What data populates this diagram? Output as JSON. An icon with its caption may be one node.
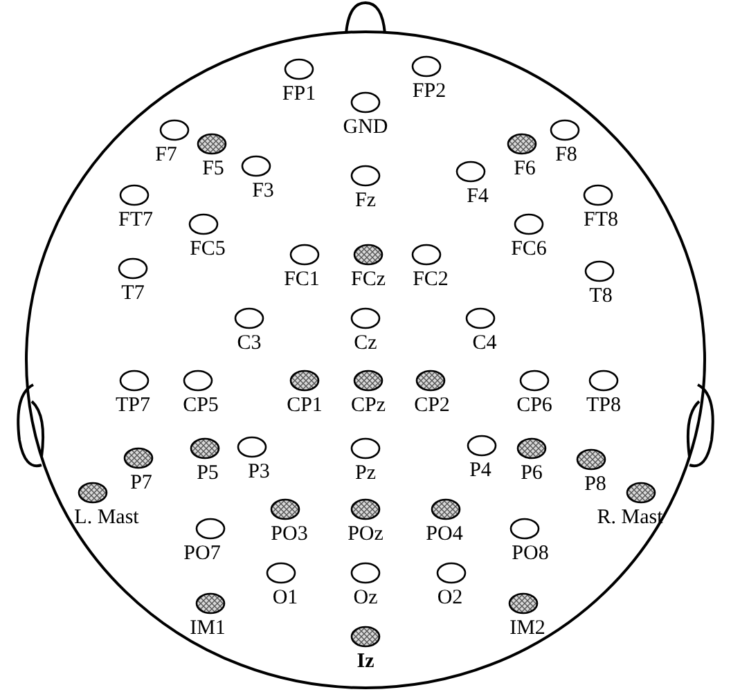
{
  "diagram": {
    "nodes": [
      {
        "text": [
          "FP1"
        ]
      },
      {
        "text": [
          "FP2"
        ]
      },
      {
        "text": [
          "GND"
        ]
      },
      {
        "text": [
          "F7"
        ]
      },
      {
        "text": [
          "F5"
        ]
      },
      {
        "text": [
          "F3"
        ]
      },
      {
        "text": [
          "Fz"
        ]
      },
      {
        "text": [
          "F4"
        ]
      },
      {
        "text": [
          "F6"
        ]
      },
      {
        "text": [
          "F8"
        ]
      },
      {
        "text": [
          "FT7"
        ]
      },
      {
        "text": [
          "FC5"
        ]
      },
      {
        "text": [
          "FC1"
        ]
      },
      {
        "text": [
          "FCz"
        ]
      },
      {
        "text": [
          "FC2"
        ]
      },
      {
        "text": [
          "FC6"
        ]
      },
      {
        "text": [
          "FT8"
        ]
      },
      {
        "text": [
          "T7"
        ]
      },
      {
        "text": [
          "T8"
        ]
      },
      {
        "text": [
          "C3"
        ]
      },
      {
        "text": [
          "Cz"
        ]
      },
      {
        "text": [
          "C4"
        ]
      },
      {
        "text": [
          "TP7"
        ]
      },
      {
        "text": [
          "CP5"
        ]
      },
      {
        "text": [
          "CP1"
        ]
      },
      {
        "text": [
          "CPz"
        ]
      },
      {
        "text": [
          "CP2"
        ]
      },
      {
        "text": [
          "CP6"
        ]
      },
      {
        "text": [
          "TP8"
        ]
      },
      {
        "text": [
          "P7"
        ]
      },
      {
        "text": [
          "P5"
        ]
      },
      {
        "text": [
          "P3"
        ]
      },
      {
        "text": [
          "Pz"
        ]
      },
      {
        "text": [
          "P4"
        ]
      },
      {
        "text": [
          "P6"
        ]
      },
      {
        "text": [
          "P8"
        ]
      },
      {
        "text": [
          "L. Mast"
        ]
      },
      {
        "text": [
          "R. Mast"
        ]
      },
      {
        "text": [
          "PO7"
        ]
      },
      {
        "text": [
          "PO3"
        ]
      },
      {
        "text": [
          "POz"
        ]
      },
      {
        "text": [
          "PO4"
        ]
      },
      {
        "text": [
          "PO8"
        ]
      },
      {
        "text": [
          "O1"
        ]
      },
      {
        "text": [
          "Oz"
        ]
      },
      {
        "text": [
          "O2"
        ]
      },
      {
        "text": [
          "IM1"
        ]
      },
      {
        "text": [
          "IM2"
        ]
      },
      {
        "text": [
          "Iz"
        ]
      }
    ]
  }
}
